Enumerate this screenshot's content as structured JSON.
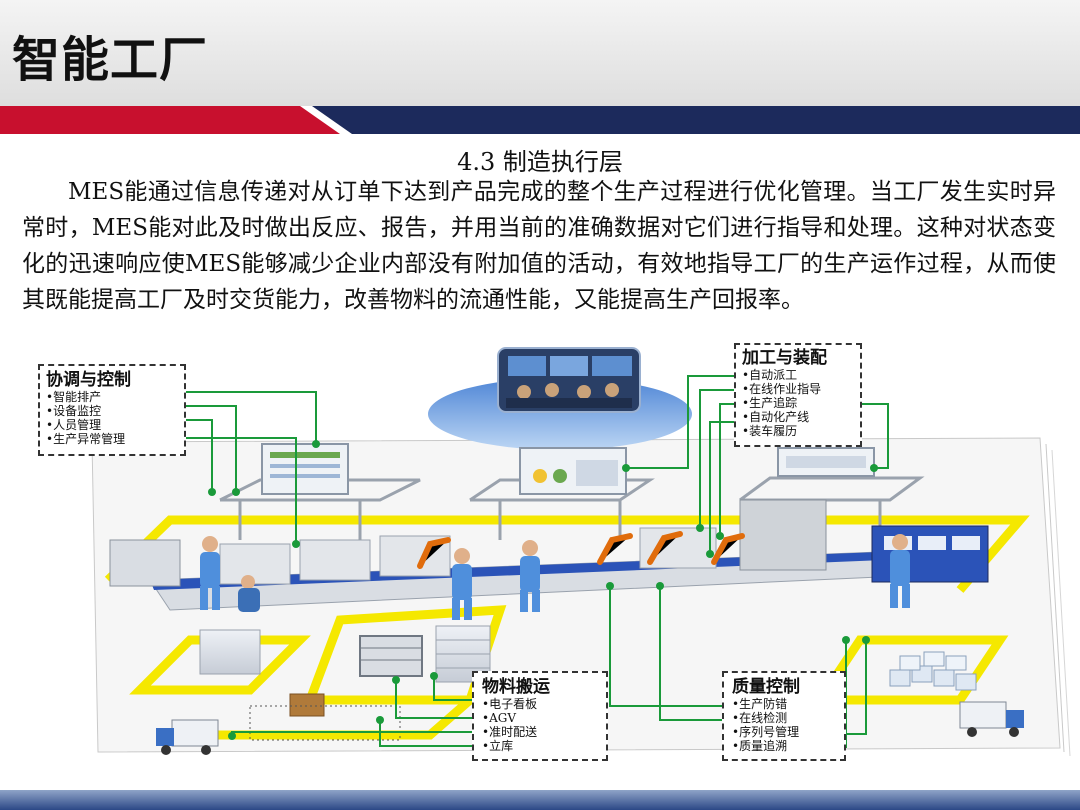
{
  "header": {
    "title": "智能工厂"
  },
  "content": {
    "section_title": "4.3 制造执行层",
    "paragraph": "MES能通过信息传递对从订单下达到产品完成的整个生产过程进行优化管理。当工厂发生实时异常时，MES能对此及时做出反应、报告，并用当前的准确数据对它们进行指导和处理。这种对状态变化的迅速响应使MES能够减少企业内部没有附加值的活动，有效地指导工厂的生产运作过程，从而使其既能提高工厂及时交货能力，改善物料的流通性能，又能提高生产回报率。"
  },
  "diagram": {
    "coordination": {
      "title": "协调与控制",
      "items": [
        "•智能排产",
        "•设备监控",
        "•人员管理",
        "•生产异常管理"
      ]
    },
    "processing": {
      "title": "加工与装配",
      "items": [
        "•自动派工",
        "•在线作业指导",
        "•生产追踪",
        "•自动化产线",
        "•装车履历"
      ]
    },
    "material": {
      "title": "物料搬运",
      "items": [
        "•电子看板",
        "•AGV",
        "•准时配送",
        "•立库"
      ]
    },
    "quality": {
      "title": "质量控制",
      "items": [
        "•生产防错",
        "•在线检测",
        "•序列号管理",
        "•质量追溯"
      ]
    }
  },
  "colors": {
    "accent_red": "#c8102e",
    "accent_navy": "#1c2a5c",
    "floor_yellow": "#f5e800",
    "connector_green": "#1a9a3a",
    "conveyor_blue": "#2b53b8"
  }
}
